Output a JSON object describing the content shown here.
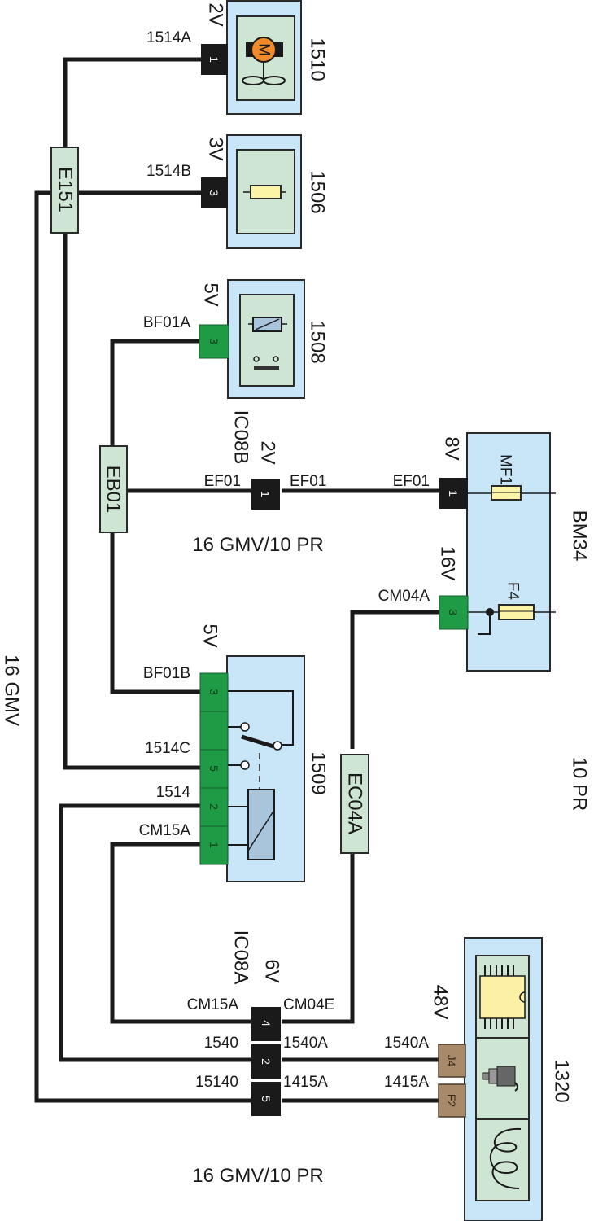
{
  "colors": {
    "box_fill": "#c8e6f7",
    "inner_fill": "#cfe5d3",
    "connector_black": "#1a1a1a",
    "connector_green": "#1f9a45",
    "connector_brown": "#a8896a",
    "fuse_fill": "#fbf3a6",
    "motor_fill": "#f08a2a"
  },
  "components": {
    "c1510": {
      "id": "1510",
      "connector": "2V",
      "pin": "1",
      "wire": "1514A",
      "symbol": "M"
    },
    "c1506": {
      "id": "1506",
      "connector": "3V",
      "pin": "3",
      "wire": "1514B"
    },
    "c1508": {
      "id": "1508",
      "connector": "5V",
      "pin": "3",
      "wire": "BF01A"
    },
    "c1509": {
      "id": "1509",
      "connector": "5V",
      "pins": [
        "3",
        "",
        "5",
        "2",
        "1"
      ],
      "wires": [
        "BF01B",
        "1514C",
        "1514",
        "CM15A"
      ]
    },
    "bm34": {
      "id": "BM34",
      "conn1": "8V",
      "pin1": "1",
      "wire1": "EF01",
      "fuse1": "MF1",
      "conn2": "16V",
      "pin2": "3",
      "wire2": "CM04A",
      "fuse2": "F4"
    },
    "c1320": {
      "id": "1320",
      "connector": "48V",
      "pins": [
        "J4",
        "F2"
      ],
      "wires": [
        "1540A",
        "1415A"
      ]
    }
  },
  "splices": {
    "e151": "E151",
    "eb01": "EB01",
    "ec04a": "EC04A"
  },
  "inline": {
    "ic08b": {
      "id": "IC08B",
      "connector": "2V",
      "pin": "1",
      "wire_left": "EF01",
      "wire_right": "EF01"
    },
    "ic08a": {
      "id": "IC08A",
      "connector": "6V",
      "pins": [
        "4",
        "2",
        "5"
      ],
      "wires_left": [
        "CM15A",
        "1540",
        "15140"
      ],
      "wires_right": [
        "CM04E",
        "1540A",
        "1415A"
      ]
    }
  },
  "harness_labels": {
    "left": "16 GMV",
    "mid": "16 GMV/10 PR",
    "bottom": "16 GMV/10 PR",
    "right": "10 PR"
  }
}
